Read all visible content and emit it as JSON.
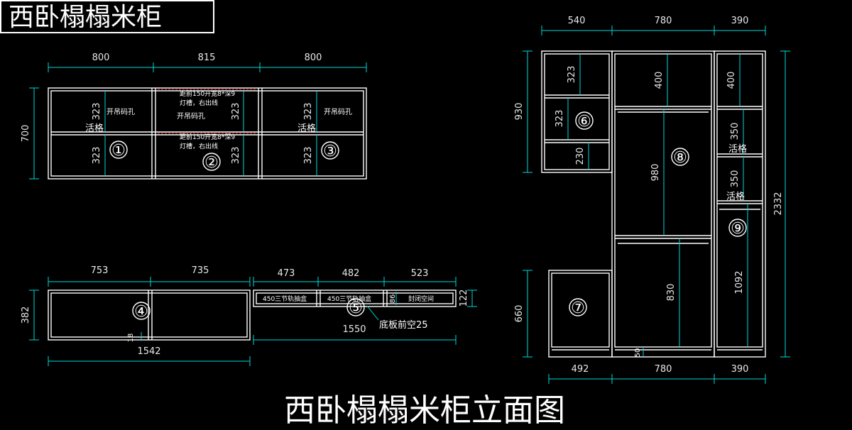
{
  "corner_title": "西卧榻榻米柜",
  "page_title": "西卧榻榻米柜立面图",
  "top_cabinet": {
    "widths": [
      "800",
      "815",
      "800"
    ],
    "height": "700",
    "shelf_heights": [
      "323",
      "323",
      "323",
      "323",
      "323",
      "323"
    ],
    "labels": {
      "hook_hole_1": "开吊码孔",
      "hook_hole_2": "开吊码孔",
      "hook_hole_3": "开吊码孔",
      "shelf_1": "活格",
      "shelf_3": "活格",
      "groove_1a": "距前150开宽8*深9",
      "groove_1b": "灯槽，右出线",
      "groove_2a": "距前150开宽8*深9",
      "groove_2b": "灯槽，右出线"
    },
    "markers": [
      "①",
      "②",
      "③"
    ]
  },
  "bed": {
    "widths": [
      "753",
      "735"
    ],
    "height": "382",
    "total": "1542",
    "toe": "18",
    "marker": "④"
  },
  "drawers": {
    "widths": [
      "473",
      "482",
      "523"
    ],
    "height": "122",
    "inner": "86",
    "total": "1550",
    "labels": [
      "450三节轨抽盒",
      "450三节轨抽盒",
      "封闭空间"
    ],
    "note": "底板前空25",
    "marker": "⑤"
  },
  "wardrobe": {
    "top_widths": [
      "540",
      "780",
      "390"
    ],
    "bottom_widths": [
      "492",
      "780",
      "390"
    ],
    "total_height": "2332",
    "left_upper_height": "930",
    "left_lower_height": "660",
    "left_shelves": [
      "323",
      "323",
      "230"
    ],
    "middle": [
      "400",
      "980",
      "830",
      "50"
    ],
    "right": [
      "400",
      "350",
      "350",
      "1092"
    ],
    "shelf_labels": [
      "活格",
      "活格"
    ],
    "markers": [
      "⑥",
      "⑦",
      "⑧",
      "⑨"
    ]
  }
}
